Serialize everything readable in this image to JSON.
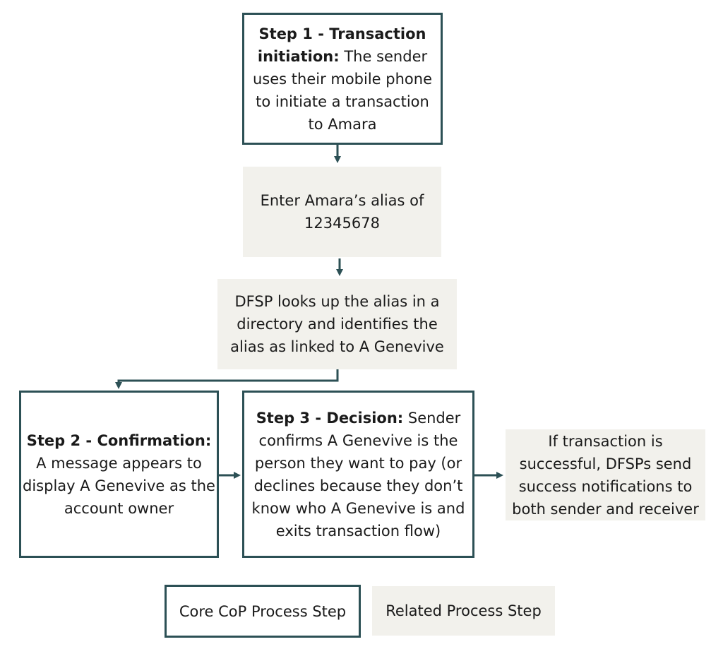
{
  "colors": {
    "core_border": "#2c5055",
    "related_fill": "#f2f1ec",
    "arrow": "#2c5055"
  },
  "steps": {
    "step1": {
      "bold": "Step 1 - Transaction initiation:",
      "text": " The sender uses their mobile phone to initiate a transaction to Amara"
    },
    "enter_alias": {
      "text": "Enter Amara’s alias of 12345678"
    },
    "lookup": {
      "text": "DFSP looks up the alias in a directory and identifies the alias as linked to A Genevive"
    },
    "step2": {
      "bold": "Step 2 - Confirmation:",
      "text": " A message appears to display A Genevive as the account owner"
    },
    "step3": {
      "bold": "Step 3 - Decision:",
      "text": " Sender confirms A Genevive is the person they want to pay (or declines because they don’t know who A Genevive is and exits transaction flow)"
    },
    "success": {
      "text": "If transaction is successful, DFSPs send success notifications to both sender and receiver"
    }
  },
  "legend": {
    "core": "Core CoP Process Step",
    "related": "Related Process Step"
  }
}
